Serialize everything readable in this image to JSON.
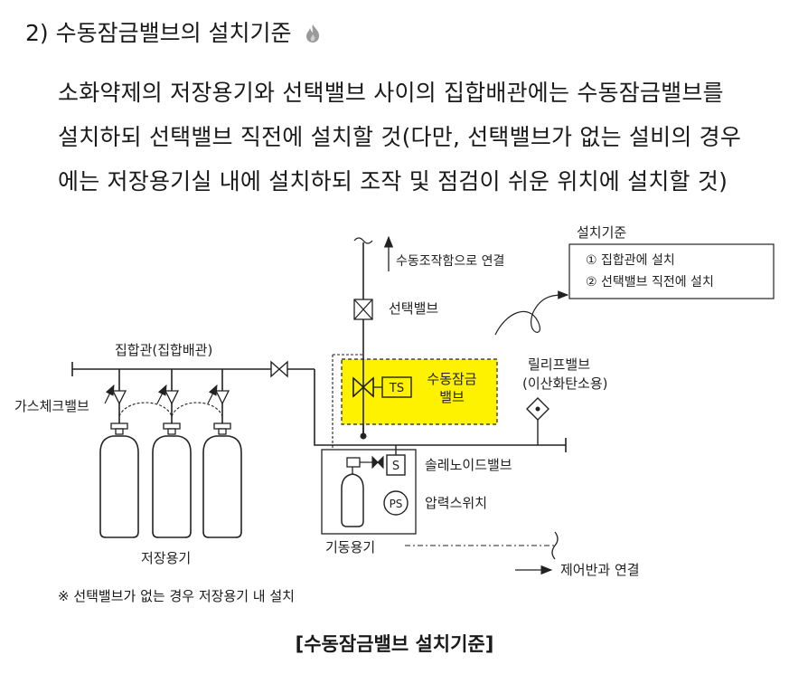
{
  "heading": "2) 수동잠금밸브의 설치기준",
  "paragraph": {
    "line1": "소화약제의 저장용기와 선택밸브 사이의 집합배관에는 수동잠금밸브를",
    "line2": "설치하되 선택밸브 직전에 설치할 것(다만, 선택밸브가 없는 설비의 경우",
    "line3": "에는 저장용기실 내에 설치하되 조작 및 점검이 쉬운 위치에 설치할 것)"
  },
  "diagram": {
    "criteria_title": "설치기준",
    "criteria_1": "① 집합관에 설치",
    "criteria_2": "② 선택밸브 직전에 설치",
    "manual_box_link": "수동조작함으로 연결",
    "selector_valve": "선택밸브",
    "collecting_pipe": "집합관(집합배관)",
    "check_valve": "가스체크밸브",
    "storage": "저장용기",
    "manual_lock_line1": "수동잠금",
    "manual_lock_line2": "밸브",
    "ts": "TS",
    "relief_line1": "릴리프밸브",
    "relief_line2": "(이산화탄소용)",
    "solenoid": "솔레노이드밸브",
    "s": "S",
    "ps": "PS",
    "pressure_switch": "압력스위치",
    "pilot_cylinder": "기동용기",
    "control_panel": "제어반과 연결"
  },
  "note": "※ 선택밸브가 없는 경우 저장용기 내 설치",
  "caption": "[수동잠금밸브 설치기준]",
  "colors": {
    "highlight": "#fff200",
    "line": "#222222"
  }
}
